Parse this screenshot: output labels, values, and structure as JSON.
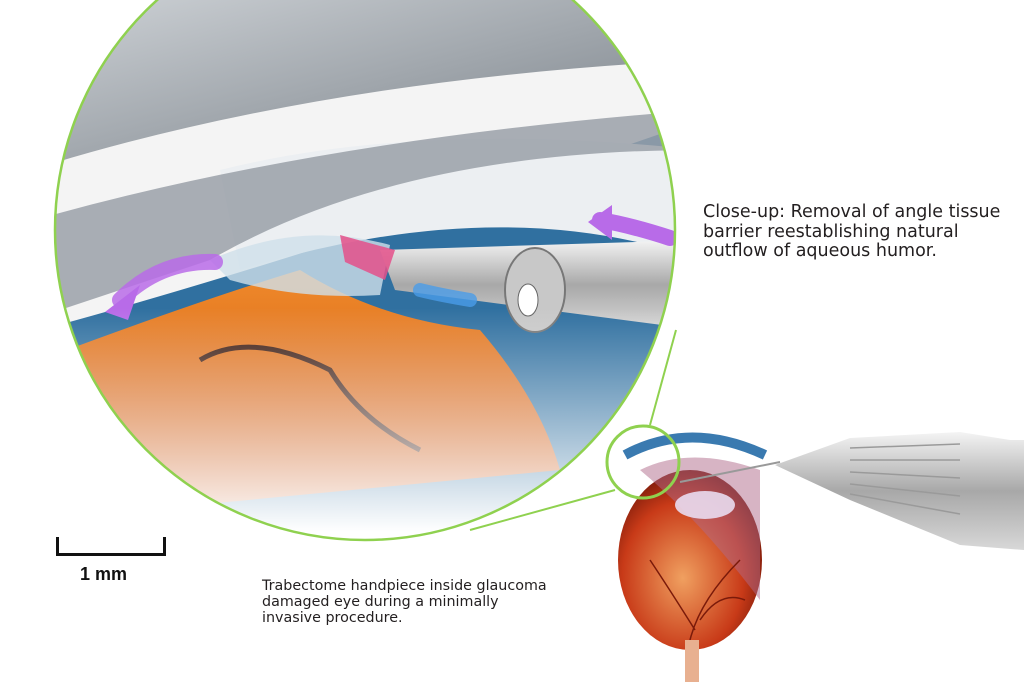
{
  "captions": {
    "closeup": "Close-up: Removal of angle tissue barrier reestablishing natural outflow of aqueous humor.",
    "handpiece": "Trabectome handpiece inside glaucoma damaged eye during a minimally invasive procedure."
  },
  "scale_bar": {
    "label": "1 mm"
  },
  "colors": {
    "magnifier_ring": "#8fd14f",
    "flow_arrows": "#b86be8",
    "tissue": "#e0702a",
    "aqueous": "#3a90c0"
  }
}
